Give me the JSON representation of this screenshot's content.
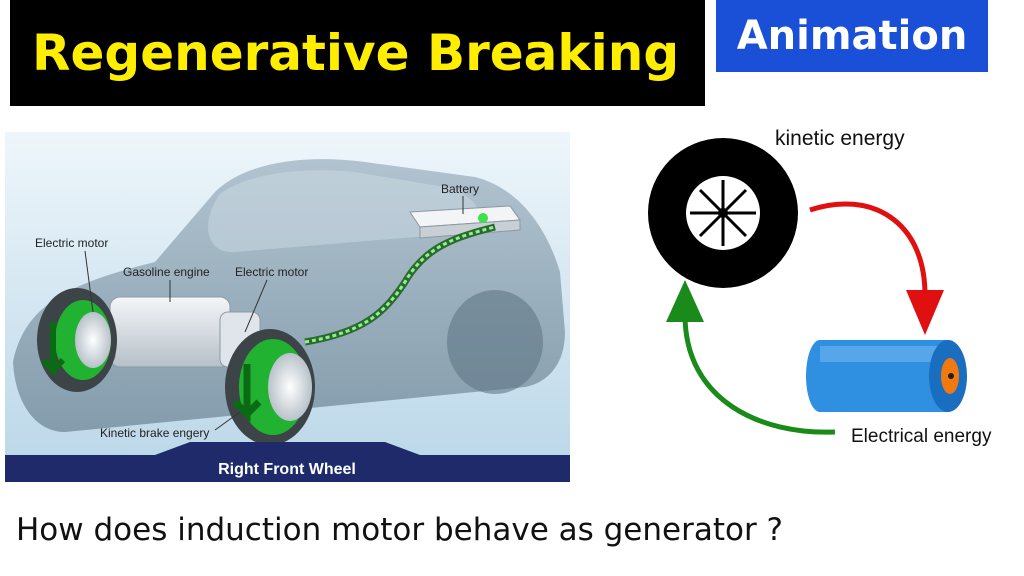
{
  "header": {
    "title": "Regenerative Breaking",
    "tag": "Animation"
  },
  "car_diagram": {
    "labels": {
      "battery": "Battery",
      "electric_motor_rear": "Electric motor",
      "gasoline_engine": "Gasoline engine",
      "electric_motor_front": "Electric motor",
      "kinetic_brake": "Kinetic brake engery",
      "caption": "Right Front Wheel"
    }
  },
  "energy_cycle": {
    "kinetic_label": "kinetic energy",
    "electrical_label": "Electrical energy",
    "colors": {
      "to_electrical": "#e01010",
      "to_kinetic": "#1a8a1a",
      "wheel": "#000000",
      "cylinder": "#2f8fe0",
      "cylinder_core": "#f07a10"
    }
  },
  "footer": {
    "question": "How does induction motor behave as generator ?"
  }
}
